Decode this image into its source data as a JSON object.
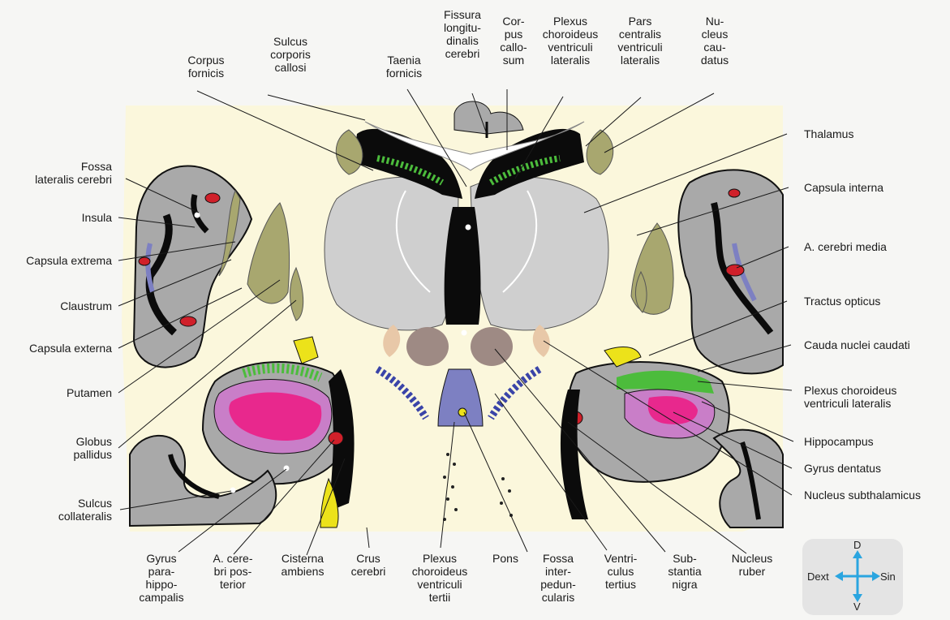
{
  "figure": {
    "labels": {
      "corpus_fornicis": "Corpus\nfornicis",
      "sulcus_corporis_callosi": "Sulcus\ncorporis\ncallosi",
      "taenia_fornicis": "Taenia\nfornicis",
      "fissura_longitudinalis": "Fissura\nlongitu-\ndinalis\ncerebri",
      "corpus_callosum": "Cor-\npus\ncallo-\nsum",
      "plexus_choroideus_ventriculi_lateralis_top": "Plexus\nchoroideus\nventriculi\nlateralis",
      "pars_centralis": "Pars\ncentralis\nventriculi\nlateralis",
      "nucleus_caudatus": "Nu-\ncleus\ncau-\ndatus",
      "thalamus": "Thalamus",
      "capsula_interna": "Capsula interna",
      "a_cerebri_media": "A. cerebri media",
      "tractus_opticus": "Tractus opticus",
      "cauda_nuclei_caudati": "Cauda nuclei caudati",
      "plexus_choroideus_ventriculi_lateralis_right": "Plexus choroideus\nventriculi lateralis",
      "hippocampus": "Hippocampus",
      "gyrus_dentatus": "Gyrus dentatus",
      "nucleus_subthalamicus": "Nucleus subthalamicus",
      "fossa_lateralis": "Fossa\nlateralis cerebri",
      "insula": "Insula",
      "capsula_extrema": "Capsula extrema",
      "claustrum": "Claustrum",
      "capsula_externa": "Capsula externa",
      "putamen": "Putamen",
      "globus_pallidus": "Globus\npallidus",
      "sulcus_collateralis": "Sulcus\ncollateralis",
      "gyrus_parahippocampalis": "Gyrus\npara-\nhippo-\ncampalis",
      "a_cerebri_posterior": "A. cere-\nbri pos-\nterior",
      "cisterna_ambiens": "Cisterna\nambiens",
      "crus_cerebri": "Crus\ncerebri",
      "plexus_choroideus_ventriculi_tertii": "Plexus\nchoroideus\nventriculi\ntertii",
      "pons": "Pons",
      "fossa_interpeduncularis": "Fossa\ninter-\npedun-\ncularis",
      "ventriculus_tertius": "Ventri-\nculus\ntertius",
      "substantia_nigra": "Sub-\nstantia\nnigra",
      "nucleus_ruber": "Nucleus\nruber"
    },
    "orientation": {
      "dorsal": "D",
      "ventral": "V",
      "dextra": "Dext",
      "sinistra": "Sin"
    },
    "colors": {
      "background": "#fbf7dc",
      "grey_matter": "#a9a9a9",
      "thalamus": "#cfcfcf",
      "olive_nuclei": "#a8a76f",
      "ventricle_black": "#0b0b0b",
      "cistern_blue": "#7d80c2",
      "plexus_green": "#4cbc3c",
      "hippocampus_purple": "#c97ec8",
      "dentate_magenta": "#e8288d",
      "artery_red": "#d0202a",
      "tract_yellow": "#ece21a",
      "red_nucleus": "#9e8a84",
      "arrow_cyan": "#2aa5e0"
    }
  }
}
